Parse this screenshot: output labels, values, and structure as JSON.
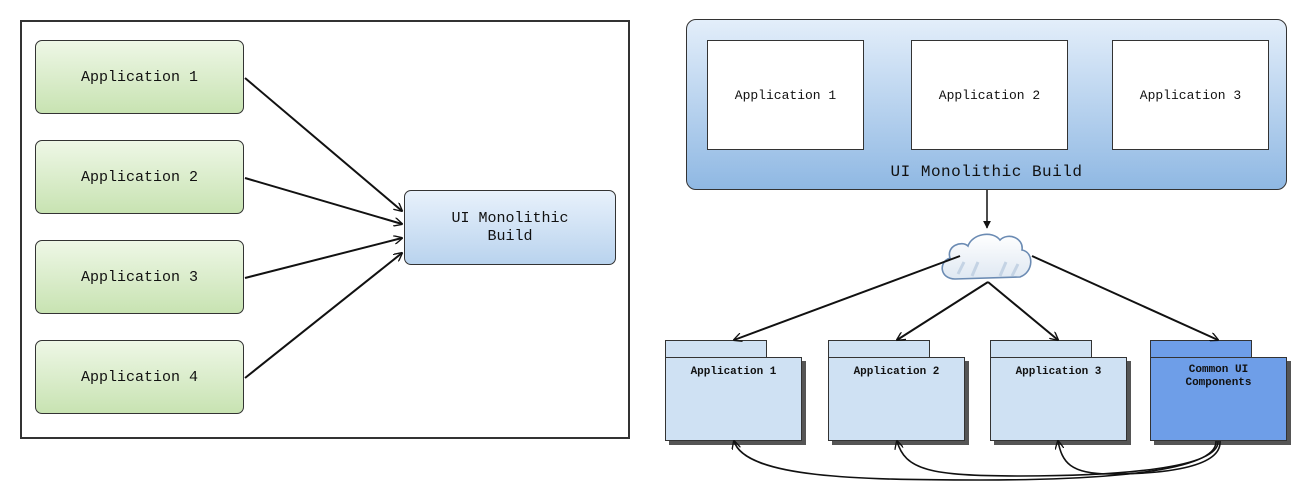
{
  "left": {
    "apps": [
      "Application 1",
      "Application 2",
      "Application 3",
      "Application 4"
    ],
    "monolith": "UI Monolithic\nBuild"
  },
  "right": {
    "monolith": {
      "apps": [
        "Application 1",
        "Application 2",
        "Application 3"
      ],
      "caption": "UI Monolithic Build"
    },
    "packages": [
      "Application 1",
      "Application 2",
      "Application 3",
      "Common UI\nComponents"
    ]
  },
  "colors": {
    "app_green": "#c8e3b2",
    "monolith_blue": "#b9d3ee",
    "package_blue": "#cfe1f3",
    "common_package": "#6e9ee8"
  }
}
